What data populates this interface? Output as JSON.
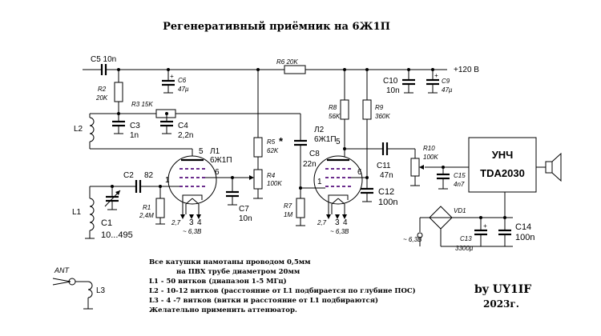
{
  "title": "Регенеративный приёмник на 6Ж1П",
  "supply": "+120 В",
  "labels": {
    "c5": "C5 10n",
    "r2": "R2",
    "r2v": "20K",
    "c6": "C6",
    "c6v": "47µ",
    "r6": "R6  20K",
    "c10": "C10",
    "c10v": "10n",
    "c9": "C9",
    "c9v": "47µ",
    "r3": "R3  15K",
    "l2": "L2",
    "c3": "C3",
    "c3v": "1n",
    "c4": "C4",
    "c4v": "2,2n",
    "r5": "R5",
    "r5star": "*",
    "r5v": "62K",
    "r8": "R8",
    "r8v": "56K",
    "r9": "R9",
    "r9v": "360K",
    "l2b": "Л2",
    "tube2": "6Ж1П",
    "c8": "C8",
    "c8v": "22n",
    "c11": "C11",
    "c11v": "47n",
    "r10": "R10",
    "r10v": "100K",
    "unch": "УНЧ",
    "chip": "TDA2030",
    "c15": "C15",
    "c15v": "4n7",
    "l1tube": "Л1",
    "tube1": "6Ж1П",
    "c2": "C2",
    "c2v": "82",
    "r4": "R4",
    "r4v": "100K",
    "c12": "C12",
    "c12v": "100n",
    "l1": "L1",
    "c1": "C1",
    "c1v": "10...495",
    "r1": "R1",
    "r1v": "2,4M",
    "c7": "C7",
    "c7v": "10n",
    "r7": "R7",
    "r7v": "1M",
    "vd1": "VD1",
    "c13": "C13",
    "c13v": "3300µ",
    "c14": "C14",
    "c14v": "100n",
    "heater1": "~ 6,3В",
    "heater2": "~ 6,3В",
    "heater3": "~ 6,3В",
    "pins_27a": "2,7",
    "pins_3a": "3",
    "pins_4a": "4",
    "pins_27b": "2,7",
    "pins_3b": "3",
    "pins_4b": "4",
    "pin1a": "1",
    "pin5a": "5",
    "pin6a": "6",
    "pin1b": "1",
    "pin5b": "5",
    "pin6b": "6",
    "ant": "ANT",
    "l3": "L3"
  },
  "notes": [
    "Все катушки намотаны проводом 0,5мм",
    "на ПВХ трубе диаметром 20мм",
    "L1 - 50 витков (диапазон 1-5 МГц)",
    "L2 - 10-12 витков (расстояние от L1 подбирается по глубине ПОС)",
    "L3 - 4 -7 витков (витки и расстояние от L1 подбираются)",
    "Желательно применить аттенюатор."
  ],
  "signature": "by UY1IF",
  "year": "2023г.",
  "colors": {
    "grid": "#6a2c8c",
    "line": "#000000"
  }
}
